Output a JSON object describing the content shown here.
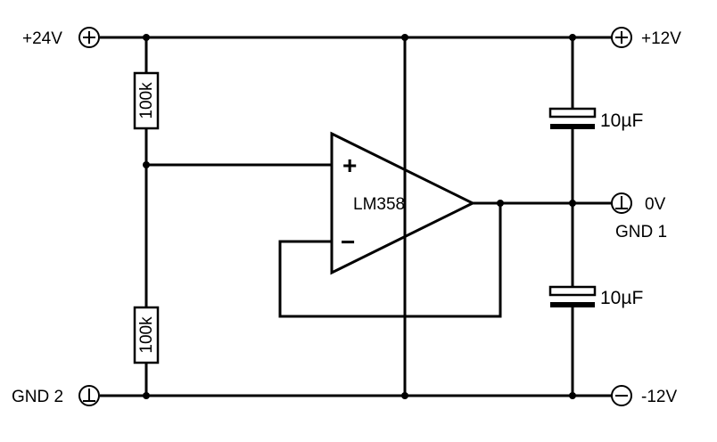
{
  "terminals": {
    "plus24": {
      "label": "+24V",
      "icon": "plus-circle-icon"
    },
    "plus12": {
      "label": "+12V",
      "icon": "plus-circle-icon"
    },
    "zero": {
      "label": "0V",
      "sublabel": "GND 1",
      "icon": "ground-circle-icon"
    },
    "gnd2": {
      "label": "GND 2",
      "icon": "ground-circle-icon"
    },
    "minus12": {
      "label": "-12V",
      "icon": "minus-circle-icon"
    }
  },
  "components": {
    "r_top": {
      "label": "100k"
    },
    "r_bottom": {
      "label": "100k"
    },
    "c_top": {
      "label": "10µF"
    },
    "c_bottom": {
      "label": "10µF"
    },
    "opamp": {
      "label": "LM358",
      "plus": "+",
      "minus": "−"
    }
  }
}
